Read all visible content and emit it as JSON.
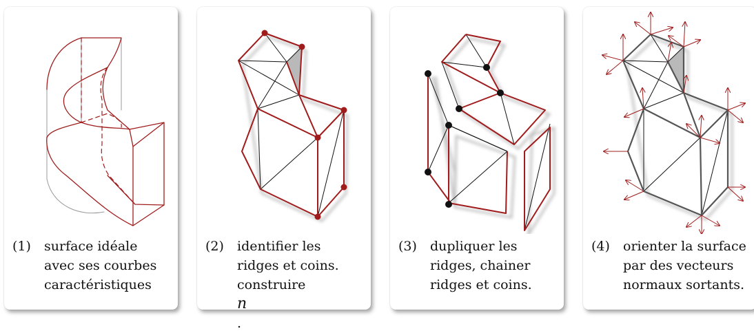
{
  "panels": [
    {
      "number": "(1)",
      "lines": [
        "surface idéale",
        "avec ses courbes",
        "caractéristiques"
      ]
    },
    {
      "number": "(2)",
      "lines": [
        "identifier les",
        "ridges et coins.",
        "construire "
      ],
      "math": "n",
      "math_suffix": "."
    },
    {
      "number": "(3)",
      "lines": [
        "dupliquer les",
        "ridges, chainer",
        "ridges et coins."
      ]
    },
    {
      "number": "(4)",
      "lines": [
        "orienter la surface",
        "par des vecteurs",
        "normaux sortants."
      ]
    }
  ],
  "colors": {
    "ridge": "#a01c1c",
    "mesh": "#111111",
    "shadow": "#bdbdbd",
    "face_shade": "#b9b9b9"
  }
}
